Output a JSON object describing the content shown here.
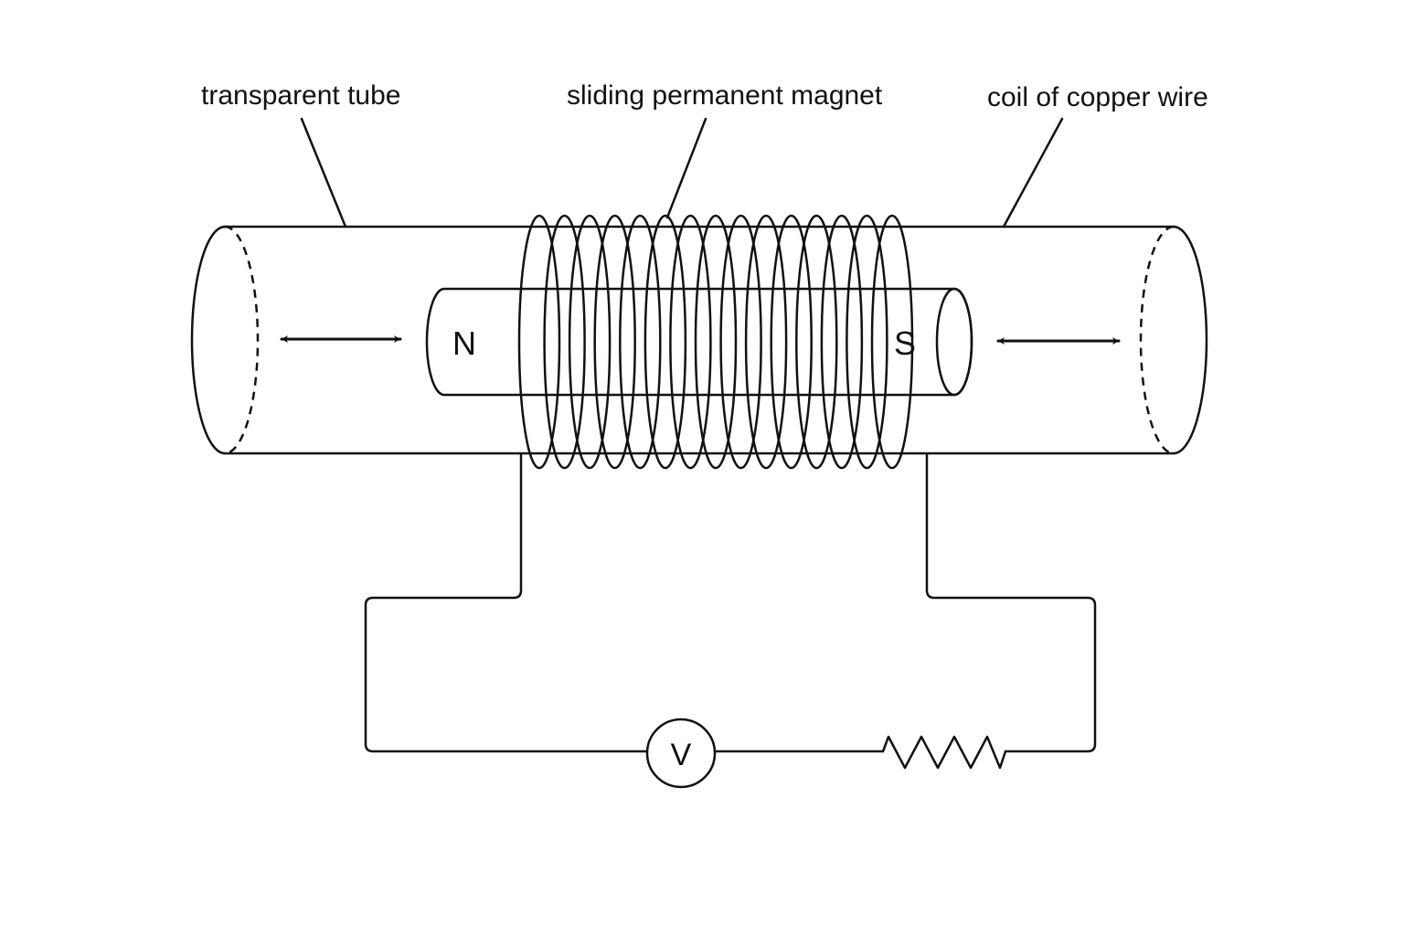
{
  "labels": {
    "tube": "transparent tube",
    "magnet": "sliding permanent magnet",
    "coil": "coil of copper wire"
  },
  "magnet": {
    "north_pole": "N",
    "south_pole": "S"
  },
  "circuit": {
    "voltmeter_symbol": "V",
    "resistor": "resistor-symbol"
  },
  "icons": {
    "left_arrow": "double-headed-arrow",
    "right_arrow": "double-headed-arrow"
  },
  "colors": {
    "line": "#111111",
    "background": "#ffffff"
  }
}
